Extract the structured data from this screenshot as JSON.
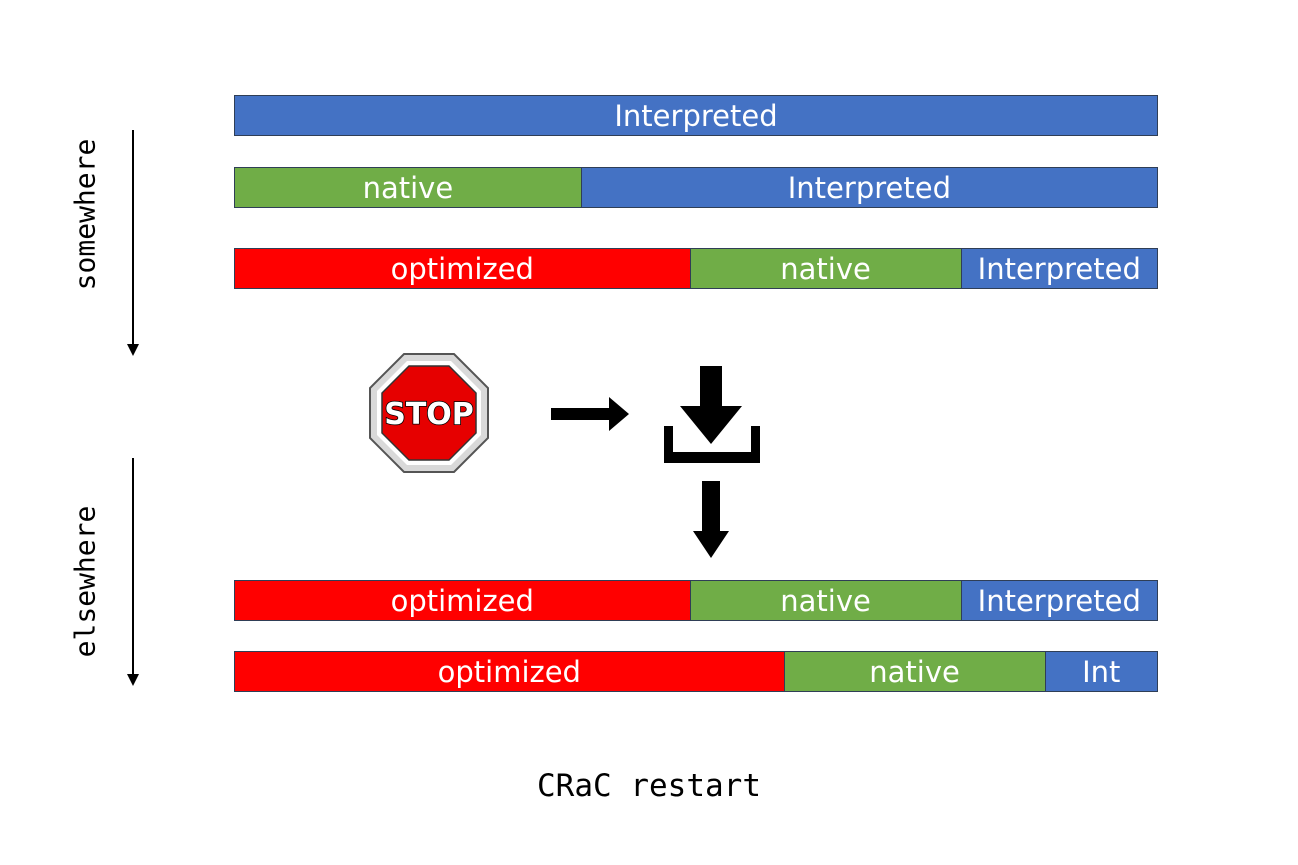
{
  "side_labels": {
    "top": "somewhere",
    "bottom": "elsewhere"
  },
  "colors": {
    "interpreted": "#4472c4",
    "native": "#70ad47",
    "optimized": "#ff0000",
    "stop_sign": "#e60000"
  },
  "bars": [
    {
      "segments": [
        {
          "label": "Interpreted",
          "kind": "interpreted",
          "fraction": 1.0
        }
      ]
    },
    {
      "segments": [
        {
          "label": "native",
          "kind": "native",
          "fraction": 0.375
        },
        {
          "label": "Interpreted",
          "kind": "interpreted",
          "fraction": 0.625
        }
      ]
    },
    {
      "segments": [
        {
          "label": "optimized",
          "kind": "optimized",
          "fraction": 0.493
        },
        {
          "label": "native",
          "kind": "native",
          "fraction": 0.294
        },
        {
          "label": "Interpreted",
          "kind": "interpreted",
          "fraction": 0.213
        }
      ]
    },
    {
      "segments": [
        {
          "label": "optimized",
          "kind": "optimized",
          "fraction": 0.493
        },
        {
          "label": "native",
          "kind": "native",
          "fraction": 0.294
        },
        {
          "label": "Interpreted",
          "kind": "interpreted",
          "fraction": 0.213
        }
      ]
    },
    {
      "segments": [
        {
          "label": "optimized",
          "kind": "optimized",
          "fraction": 0.595
        },
        {
          "label": "native",
          "kind": "native",
          "fraction": 0.283
        },
        {
          "label": "Int",
          "kind": "interpreted",
          "fraction": 0.122
        }
      ]
    }
  ],
  "stop_sign_text": "STOP",
  "icons": [
    "stop-sign-icon",
    "right-arrow-icon",
    "download-checkpoint-icon",
    "down-arrow-icon"
  ],
  "caption": "CRaC restart"
}
